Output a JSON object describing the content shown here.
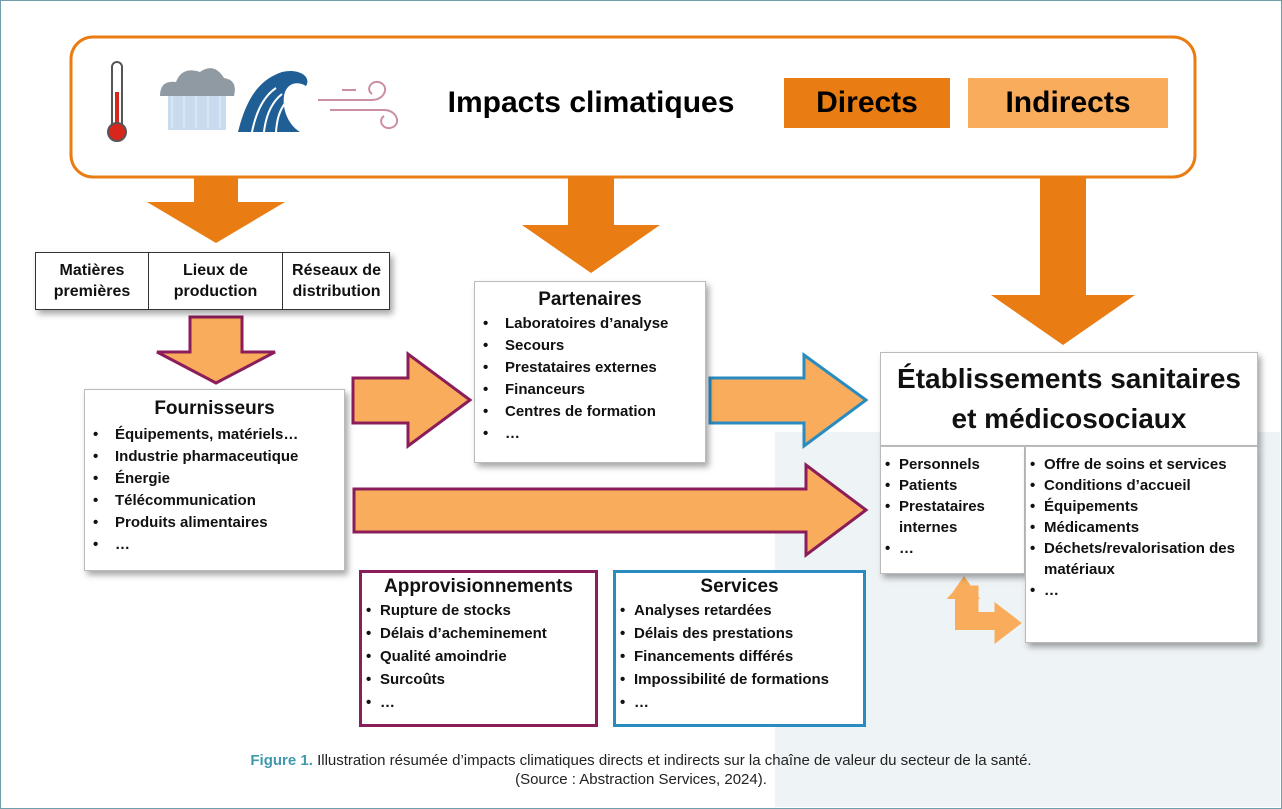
{
  "colors": {
    "orange": "#e97c12",
    "light_orange": "#f9ad5c",
    "purple": "#8b1d5a",
    "blue": "#2a8bc1",
    "frame": "#6f9fa8",
    "caption_accent": "#3f9aae"
  },
  "icons": [
    "thermometer-icon",
    "cloud-rain-icon",
    "wave-icon",
    "wind-icon"
  ],
  "header": {
    "title": "Impacts climatiques",
    "direct_label": "Directs",
    "indirect_label": "Indirects"
  },
  "production": {
    "cells": [
      "Matières\npremières",
      "Lieux de\nproduction",
      "Réseaux de\ndistribution"
    ]
  },
  "suppliers": {
    "title": "Fournisseurs",
    "items": [
      "Équipements, matériels…",
      "Industrie pharmaceutique",
      "Énergie",
      "Télécommunication",
      "Produits alimentaires",
      "…"
    ]
  },
  "partners": {
    "title": "Partenaires",
    "items": [
      "Laboratoires d’analyse",
      "Secours",
      "Prestataires externes",
      "Financeurs",
      "Centres de formation",
      "…"
    ]
  },
  "establishments": {
    "title_line1": "Établissements sanitaires",
    "title_line2": "et médicosociaux",
    "left_items": [
      "Personnels",
      "Patients",
      "Prestataires internes",
      "…"
    ],
    "right_items": [
      "Offre de soins et services",
      "Conditions d’accueil",
      "Équipements",
      "Médicaments",
      "Déchets/revalorisation des matériaux",
      "…"
    ]
  },
  "supplies": {
    "title": "Approvisionnements",
    "items": [
      "Rupture de stocks",
      "Délais d’acheminement",
      "Qualité amoindrie",
      "Surcoûts",
      "…"
    ]
  },
  "services": {
    "title": "Services",
    "items": [
      "Analyses retardées",
      "Délais des prestations",
      "Financements différés",
      "Impossibilité de formations",
      "…"
    ]
  },
  "caption": {
    "label": "Figure 1.",
    "text": " Illustration résumée d’impacts climatiques directs et indirects sur la chaîne de valeur du secteur de la santé.",
    "source": "(Source : Abstraction Services, 2024)."
  }
}
